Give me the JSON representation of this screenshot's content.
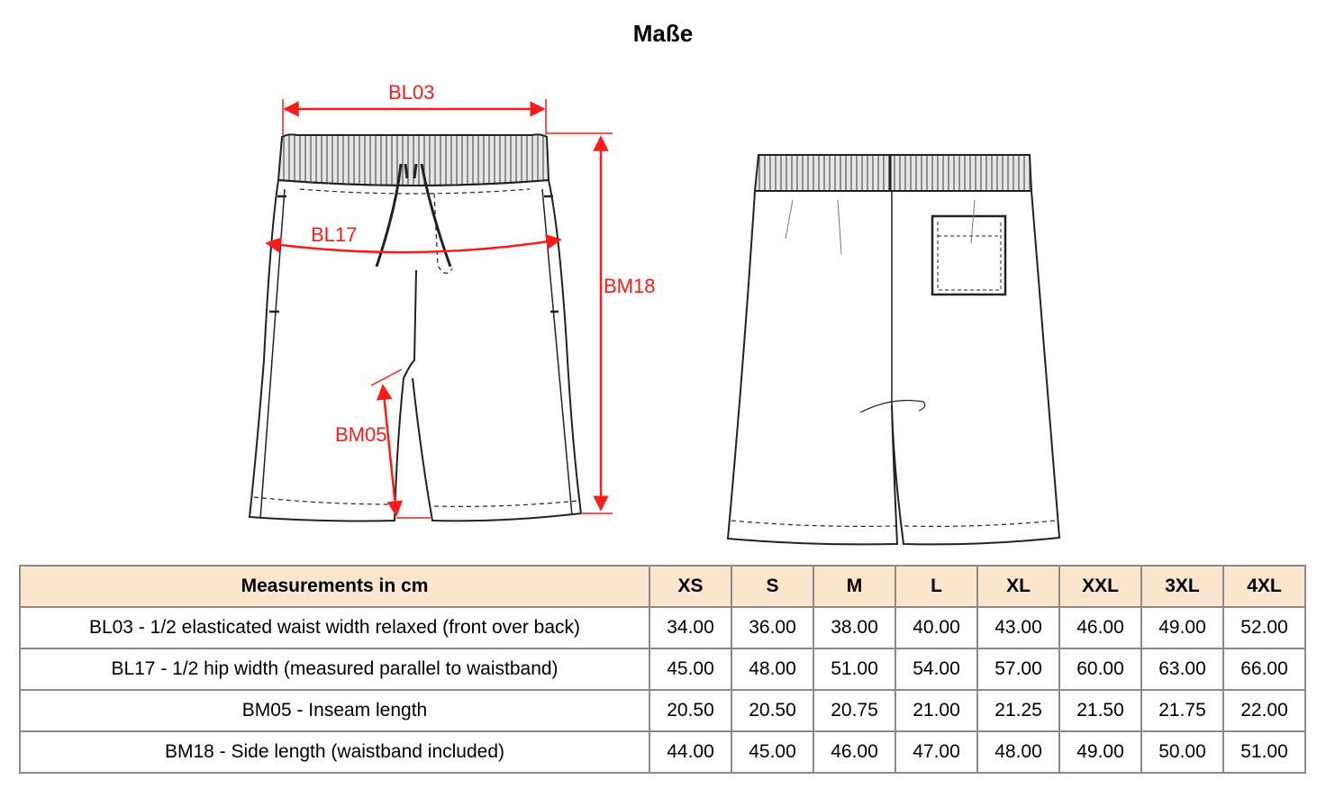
{
  "title": "Maße",
  "diagram": {
    "labels": {
      "bl03": "BL03",
      "bl17": "BL17",
      "bm18": "BM18",
      "bm05": "BM05"
    },
    "accent_color": "#ff1a1a",
    "line_color": "#222222"
  },
  "table": {
    "header_label": "Measurements in cm",
    "header_bg": "#fbe5cd",
    "sizes": [
      "XS",
      "S",
      "M",
      "L",
      "XL",
      "XXL",
      "3XL",
      "4XL"
    ],
    "rows": [
      {
        "label": "BL03 - 1/2 elasticated waist width relaxed (front over back)",
        "values": [
          "34.00",
          "36.00",
          "38.00",
          "40.00",
          "43.00",
          "46.00",
          "49.00",
          "52.00"
        ]
      },
      {
        "label": "BL17 - 1/2 hip width (measured parallel to waistband)",
        "values": [
          "45.00",
          "48.00",
          "51.00",
          "54.00",
          "57.00",
          "60.00",
          "63.00",
          "66.00"
        ]
      },
      {
        "label": "BM05 - Inseam length",
        "values": [
          "20.50",
          "20.50",
          "20.75",
          "21.00",
          "21.25",
          "21.50",
          "21.75",
          "22.00"
        ]
      },
      {
        "label": "BM18 - Side length (waistband included)",
        "values": [
          "44.00",
          "45.00",
          "46.00",
          "47.00",
          "48.00",
          "49.00",
          "50.00",
          "51.00"
        ]
      }
    ]
  }
}
